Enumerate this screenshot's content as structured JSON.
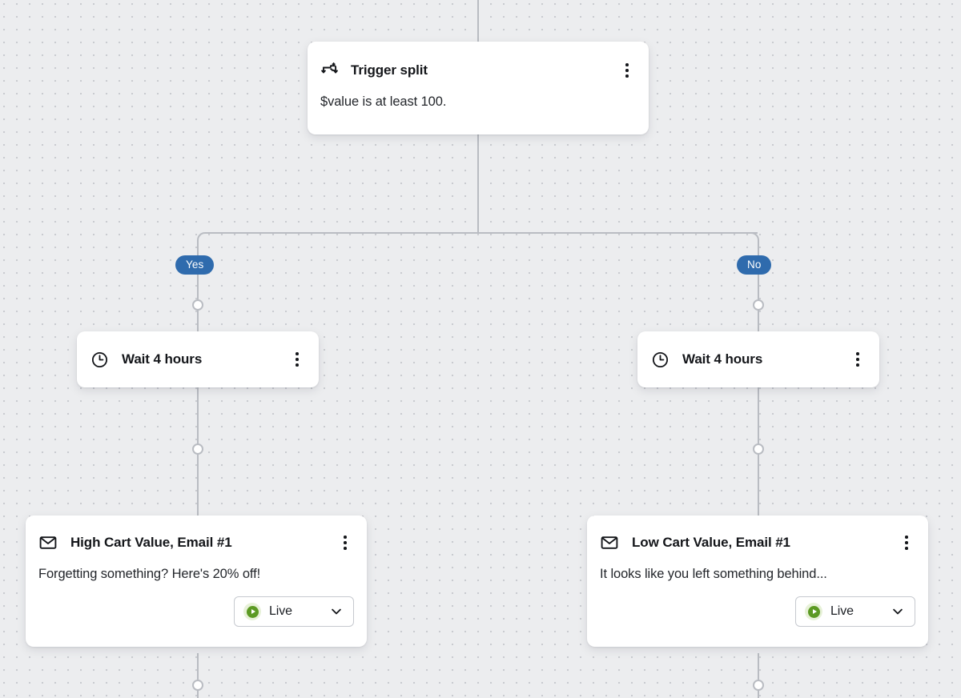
{
  "canvas": {
    "background_color": "#ecedef",
    "dot_color": "#c9cbd0",
    "edge_color": "#b9bcc2"
  },
  "branch_labels": {
    "yes": "Yes",
    "no": "No",
    "pill_color": "#2f6bad"
  },
  "nodes": {
    "trigger_split": {
      "icon": "trigger-split-icon",
      "title": "Trigger split",
      "body": "$value is at least 100."
    },
    "wait_yes": {
      "icon": "clock-icon",
      "title": "Wait 4 hours"
    },
    "wait_no": {
      "icon": "clock-icon",
      "title": "Wait 4 hours"
    },
    "email_yes": {
      "icon": "envelope-icon",
      "title": "High Cart Value, Email #1",
      "body": "Forgetting something? Here's 20% off!",
      "status": {
        "label": "Live",
        "color": "#5c9a23",
        "icon": "play-circle-icon",
        "chevron": "chevron-down-icon"
      }
    },
    "email_no": {
      "icon": "envelope-icon",
      "title": "Low Cart Value, Email #1",
      "body": "It looks like you left something behind...",
      "status": {
        "label": "Live",
        "color": "#5c9a23",
        "icon": "play-circle-icon",
        "chevron": "chevron-down-icon"
      }
    }
  }
}
